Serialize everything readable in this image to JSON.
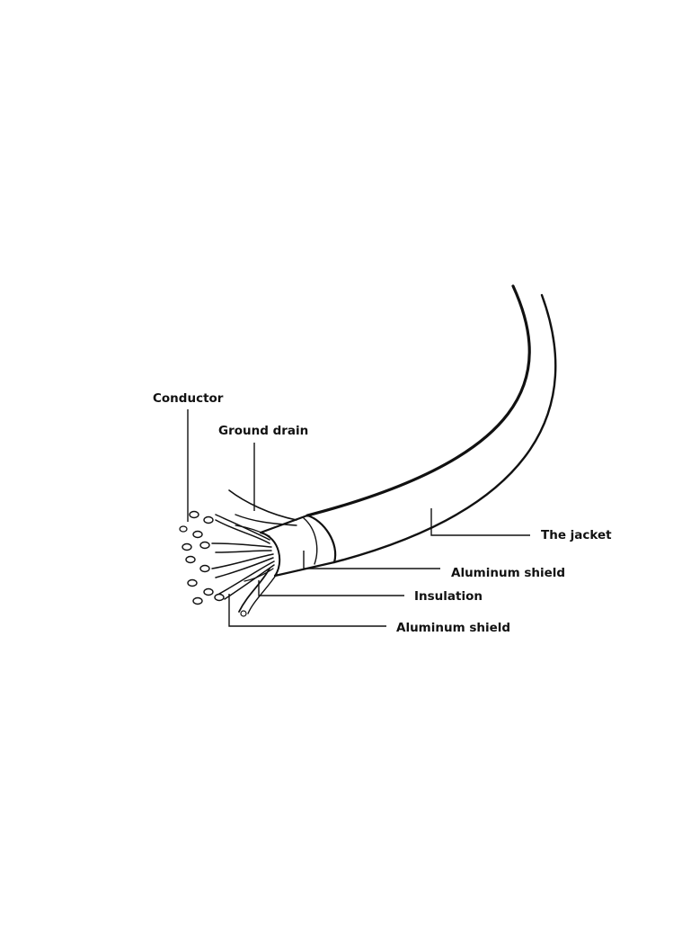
{
  "diagram": {
    "labels": {
      "conductor": "Conductor",
      "ground_drain": "Ground drain",
      "jacket": "The jacket",
      "outer_shield": "Aluminum shield",
      "insulation": "Insulation",
      "inner_shield": "Aluminum shield"
    },
    "colors": {
      "ink": "#111111",
      "background": "#ffffff"
    }
  }
}
